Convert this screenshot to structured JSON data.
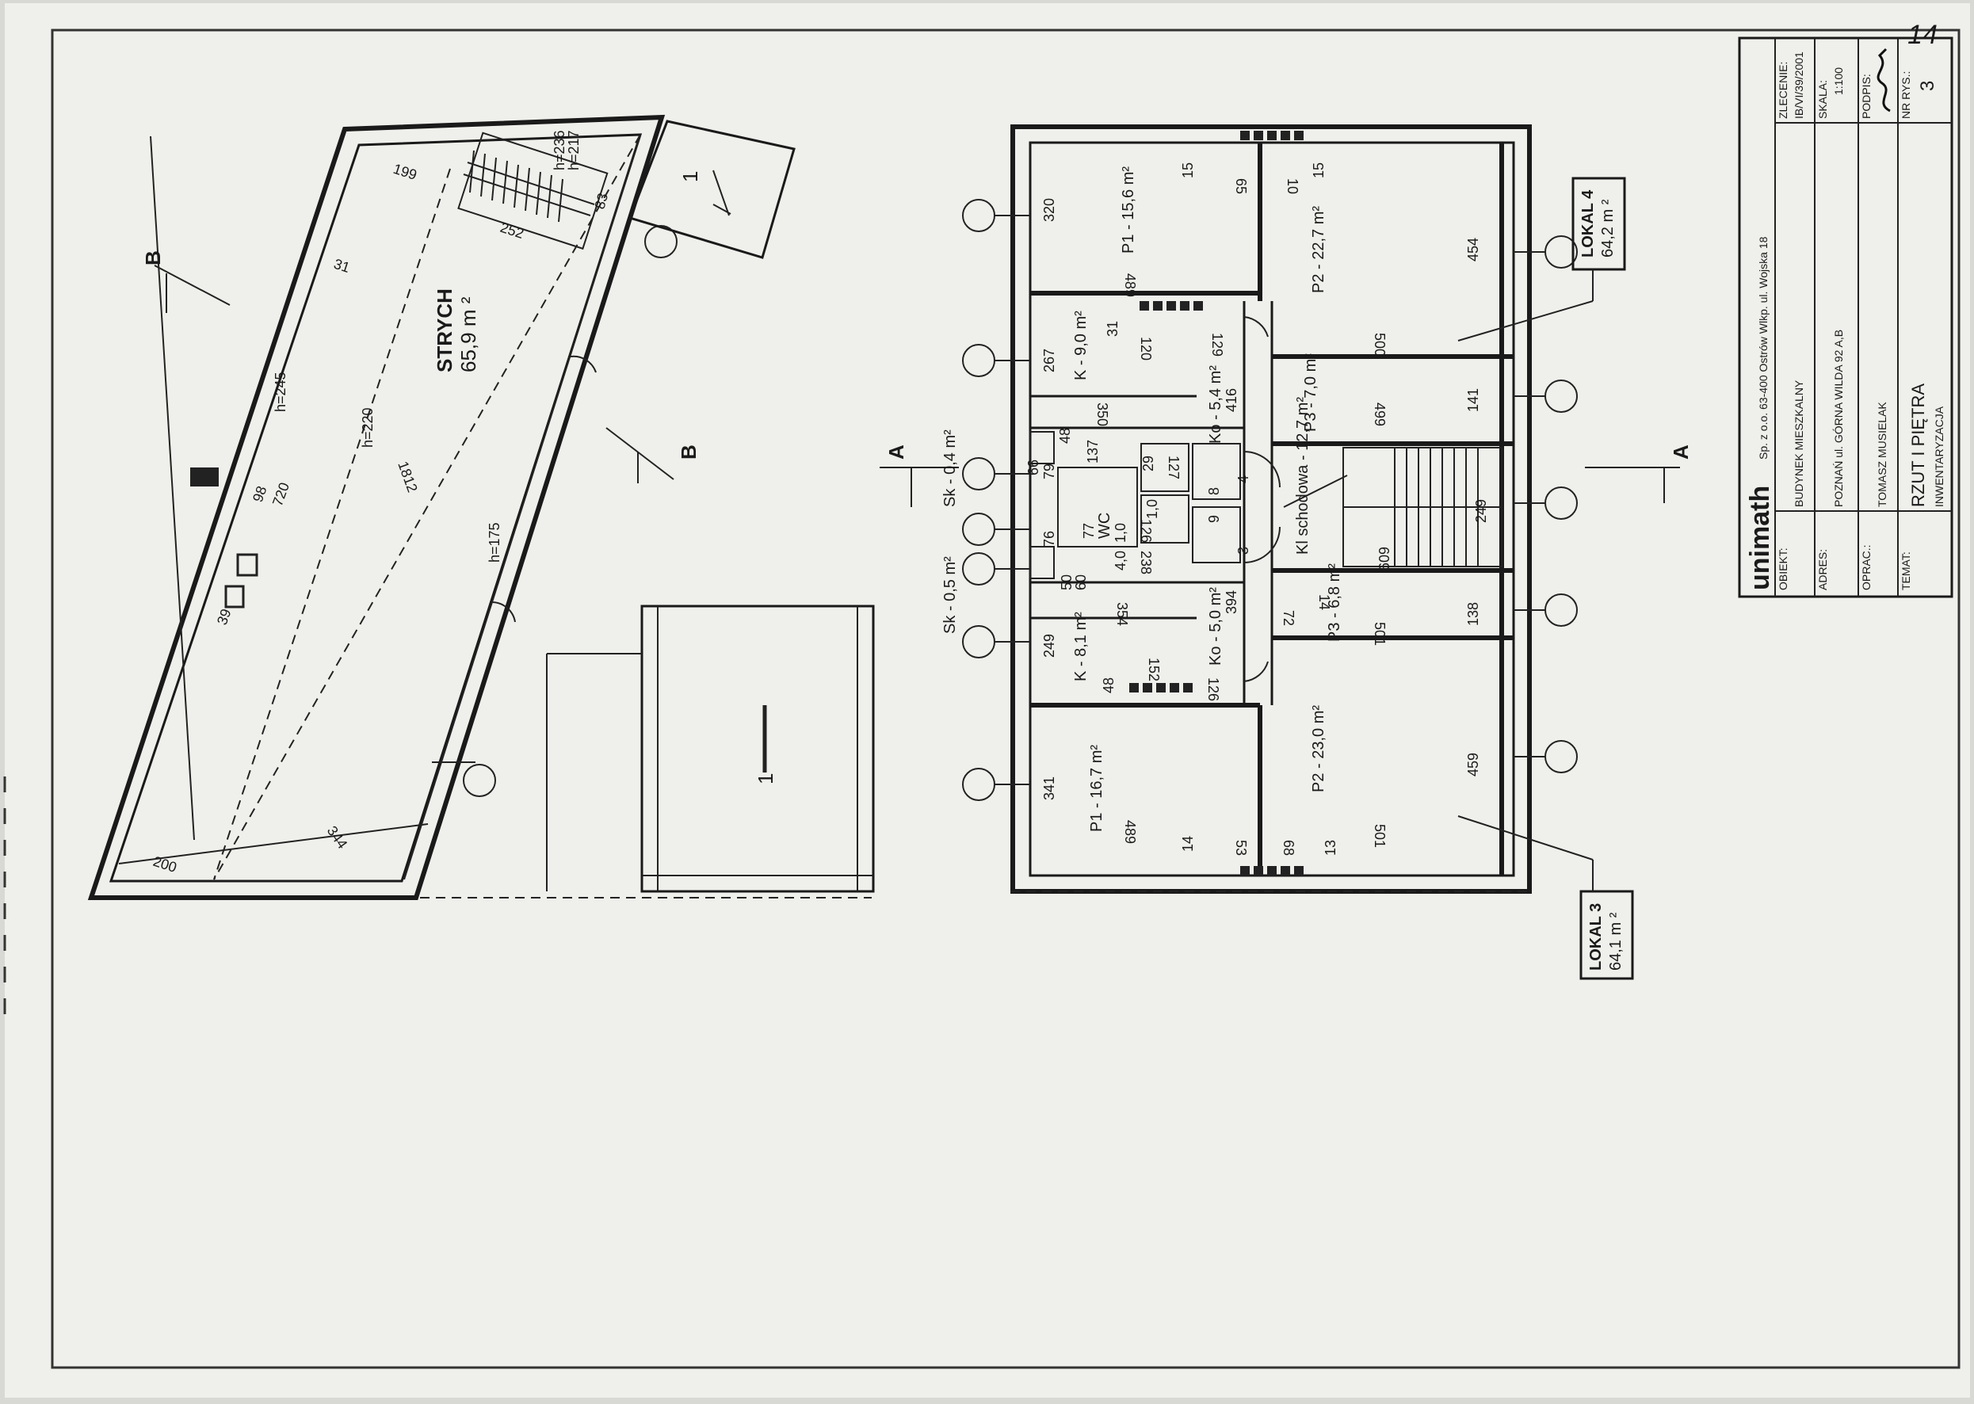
{
  "sheet_number_handwritten": "14",
  "title_block": {
    "company": "unimath",
    "company_address": "Sp. z o.o. 63-400 Ostrów Wlkp. ul. Wojska 18",
    "obiekt_label": "OBIEKT:",
    "obiekt": "BUDYNEK MIESZKALNY",
    "adres_label": "ADRES:",
    "adres": "POZNAŃ ul. GÓRNA WILDA 92 A,B",
    "oprac_label": "OPRAC.:",
    "oprac": "TOMASZ MUSIELAK",
    "temat_label": "TEMAT:",
    "temat": "RZUT I PIĘTRA",
    "temat_sub": "INWENTARYZACJA",
    "zlecenie_label": "ZLECENIE:",
    "zlecenie": "IB/VI/39/2001",
    "skala_label": "SKALA:",
    "skala": "1:100",
    "podpis_label": "PODPIS:",
    "nr_rys_label": "NR RYS.:",
    "nr_rys": "3"
  },
  "attic": {
    "name": "STRYCH",
    "area": "65,9 m ²",
    "section_marker": "B",
    "heights": [
      "h=245",
      "h=220",
      "h=175",
      "h=236",
      "h=217"
    ],
    "dims": [
      "199",
      "252",
      "98",
      "720",
      "39",
      "1812",
      "344",
      "200",
      "31",
      "83"
    ]
  },
  "adjacent_buildings": [
    "1",
    "1"
  ],
  "section_marker_a": "A",
  "lokal_3": {
    "name": "LOKAL 3",
    "area": "64,1 m ²"
  },
  "lokal_4": {
    "name": "LOKAL 4",
    "area": "64,2 m ²"
  },
  "rooms_top": [
    {
      "name": "P1 - 15,6 m²",
      "dims": [
        "320",
        "489",
        "15",
        "65"
      ]
    },
    {
      "name": "P2 - 22,7 m²",
      "dims": [
        "454",
        "500",
        "15",
        "10"
      ]
    },
    {
      "name": "K - 9,0 m²",
      "dims": [
        "267",
        "31",
        "120",
        "129"
      ]
    },
    {
      "name": "Ko - 5,4 m²",
      "dims": [
        "416",
        "350"
      ]
    },
    {
      "name": "P3 - 7,0 m²",
      "dims": [
        "499",
        "141"
      ]
    }
  ],
  "rooms_center": [
    {
      "name": "Sk - 0,4 m²"
    },
    {
      "name": "Kl schodowa - 12,7 m²",
      "dims": [
        "249",
        "609",
        "4",
        "3"
      ]
    },
    {
      "name": "Sk - 0,5 m²"
    },
    {
      "name": "WC",
      "dims": [
        "137",
        "127",
        "126",
        "238",
        "79",
        "76",
        "66",
        "60",
        "50",
        "48",
        "77",
        "29",
        "8",
        "9",
        "4,0",
        "1,0",
        "1,0"
      ]
    }
  ],
  "rooms_bottom": [
    {
      "name": "K - 8,1 m²",
      "dims": [
        "249",
        "354",
        "152",
        "48"
      ]
    },
    {
      "name": "Ko - 5,0 m²",
      "dims": [
        "394",
        "126"
      ]
    },
    {
      "name": "P3 - 6,8 m²",
      "dims": [
        "501",
        "138",
        "72",
        "14"
      ]
    },
    {
      "name": "P1 - 16,7 m²",
      "dims": [
        "341",
        "489",
        "14",
        "53"
      ]
    },
    {
      "name": "P2 - 23,0 m²",
      "dims": [
        "459",
        "501",
        "68",
        "13"
      ]
    }
  ]
}
